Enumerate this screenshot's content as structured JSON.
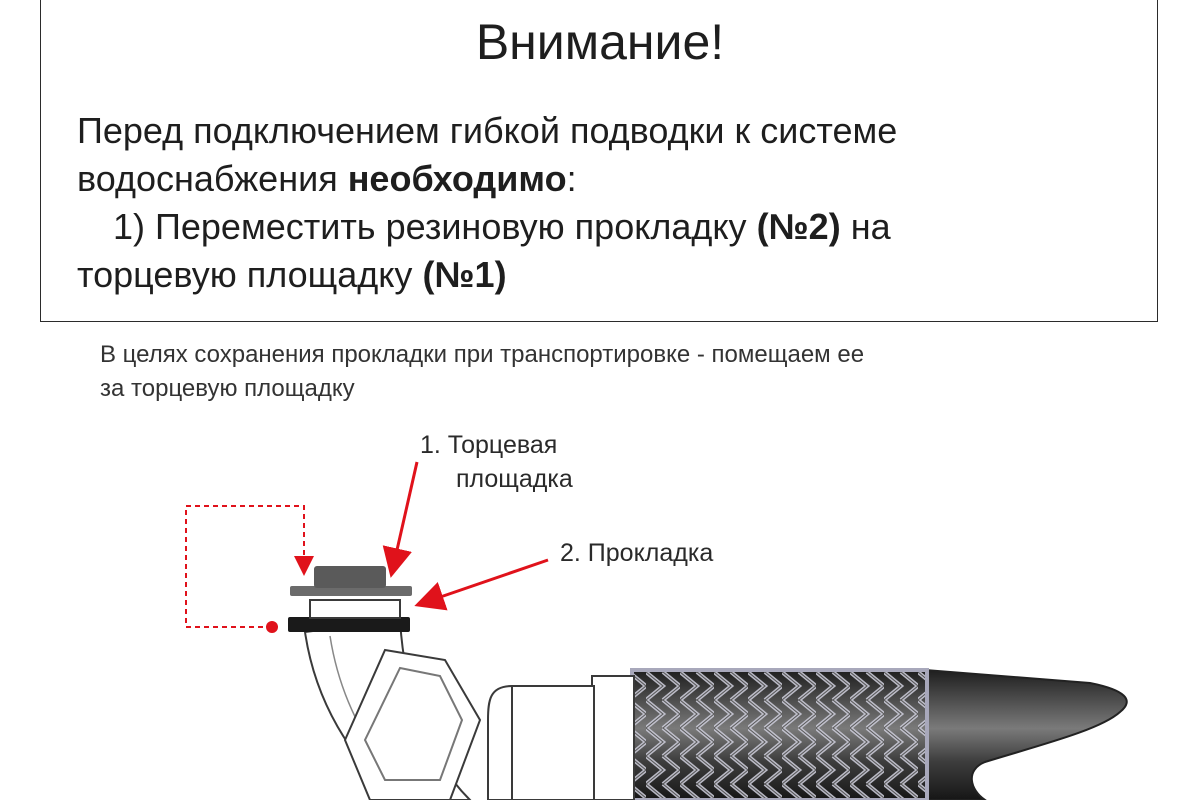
{
  "warning": {
    "title": "Внимание!",
    "intro_line1": "Перед подключением гибкой подводки к системе",
    "intro_line2_pre": "водоснабжения ",
    "intro_line2_bold": "необходимо",
    "intro_line2_post": ":",
    "step_pre": "1) Переместить резиновую прокладку ",
    "step_bold1": "(№2)",
    "step_mid": " на",
    "step_line2_pre": "торцевую площадку ",
    "step_bold2": "(№1)"
  },
  "note": {
    "line1": "В целях сохранения прокладки при транспортировке - помещаем ее",
    "line2": "за торцевую площадку"
  },
  "labels": {
    "part1_line1": "1. Торцевая",
    "part1_line2": "площадка",
    "part2": "2. Прокладка"
  },
  "colors": {
    "arrow": "#e0121b",
    "gasket": "#1a1a1a",
    "platform": "#6b6b6b",
    "hose": "#3a3a3a",
    "braid": "#c9c9d6"
  }
}
